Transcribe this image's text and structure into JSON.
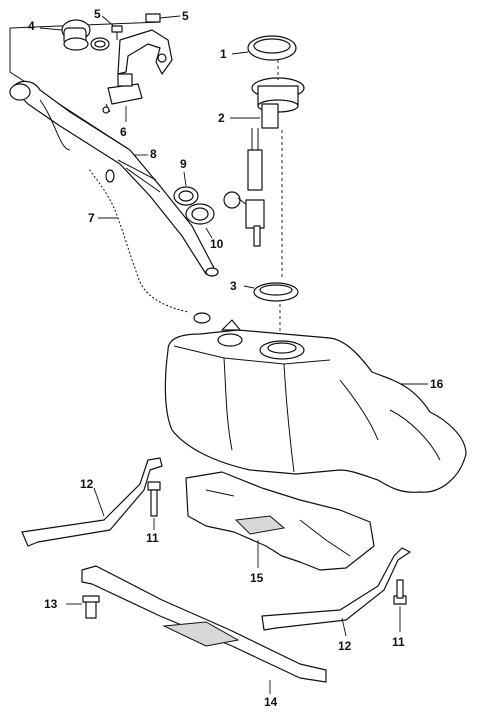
{
  "labels": {
    "l1": "1",
    "l2": "2",
    "l3": "3",
    "l4": "4",
    "l5a": "5",
    "l5b": "5",
    "l6": "6",
    "l7": "7",
    "l8": "8",
    "l9": "9",
    "l10": "10",
    "l11a": "11",
    "l11b": "11",
    "l12a": "12",
    "l12b": "12",
    "l13": "13",
    "l14": "14",
    "l15": "15",
    "l16": "16"
  }
}
